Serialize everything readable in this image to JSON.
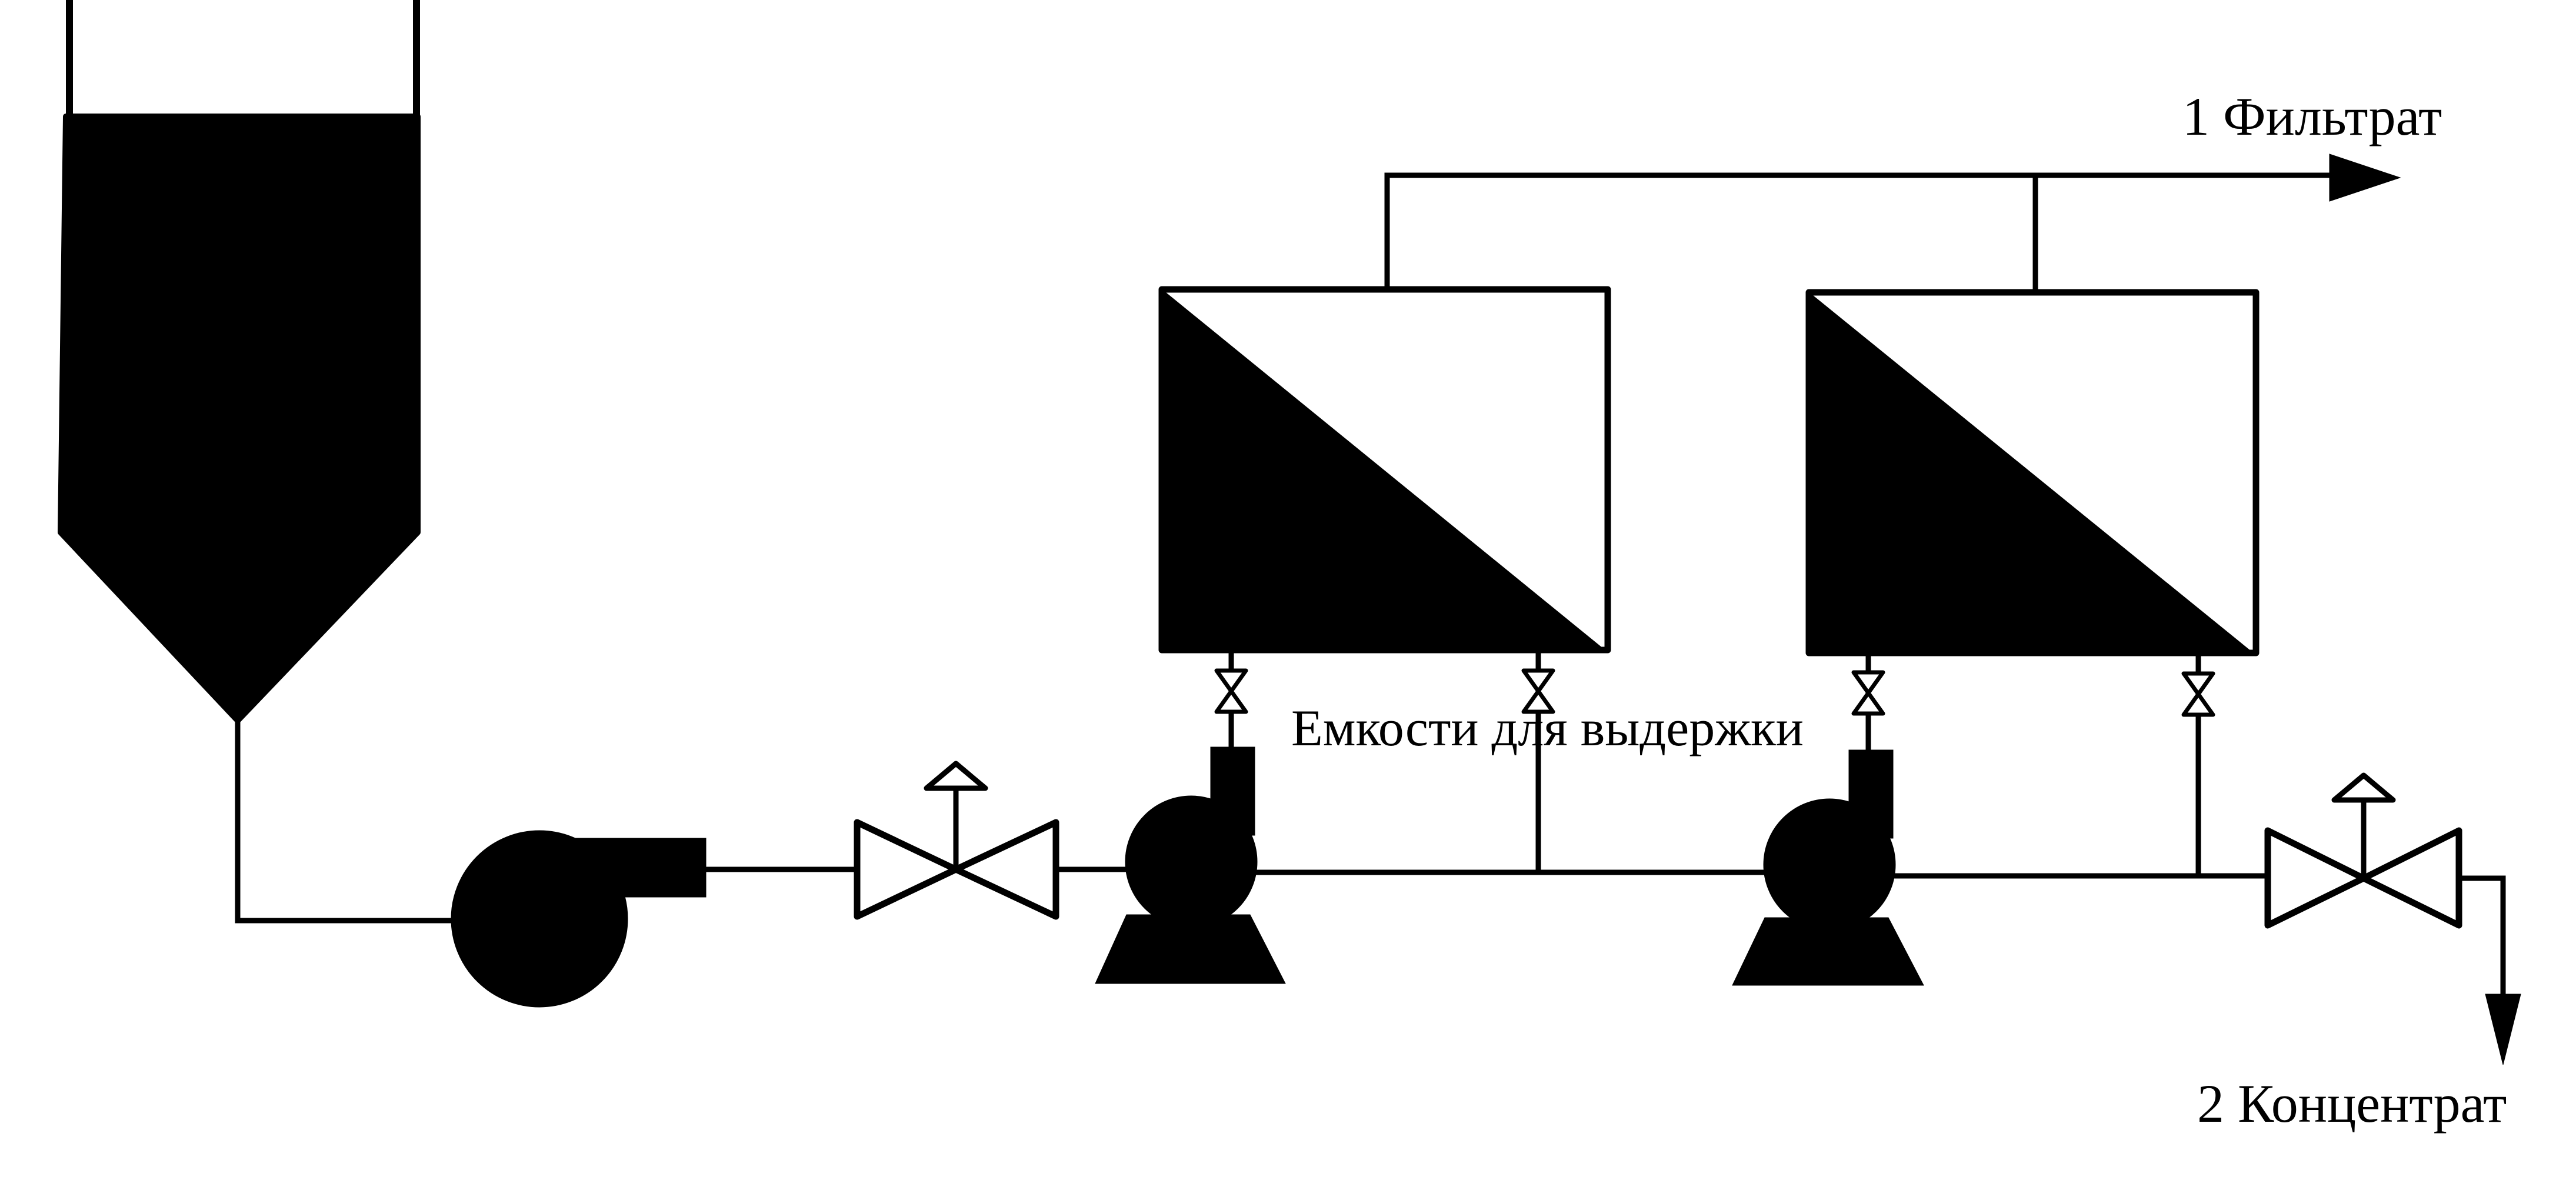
{
  "labels": {
    "filtrate": "1 Фильтрат",
    "concentrate": "2 Концентрат",
    "holding_tanks": "Емкости для выдержки"
  },
  "colors": {
    "ink": "#000000",
    "background": "#ffffff"
  }
}
